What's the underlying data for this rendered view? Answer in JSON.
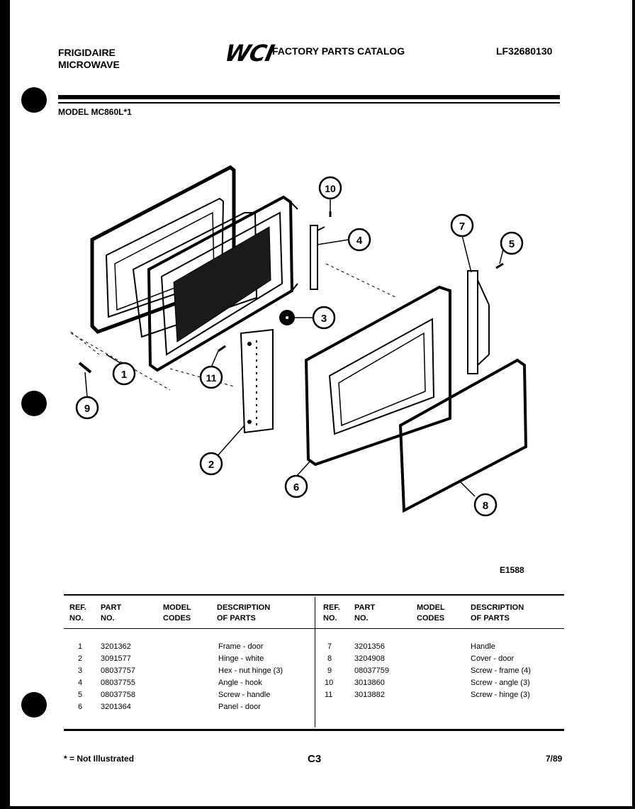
{
  "header": {
    "brand_line1": "FRIGIDAIRE",
    "brand_line2": "MICROWAVE",
    "logo_text": "WCI",
    "catalog_title": "FACTORY PARTS CATALOG",
    "catalog_number": "LF32680130",
    "model": "MODEL MC860L*1"
  },
  "figure": {
    "id": "E1588",
    "callouts": [
      "1",
      "2",
      "3",
      "4",
      "5",
      "6",
      "7",
      "8",
      "9",
      "10",
      "11"
    ]
  },
  "parts_table": {
    "headers": {
      "ref": [
        "REF.",
        "NO."
      ],
      "part": [
        "PART",
        "NO."
      ],
      "model": [
        "MODEL",
        "CODES"
      ],
      "desc": [
        "DESCRIPTION",
        "OF PARTS"
      ]
    },
    "left_rows": [
      {
        "ref": "1",
        "part": "3201362",
        "desc": "Frame - door"
      },
      {
        "ref": "2",
        "part": "3091577",
        "desc": "Hinge - white"
      },
      {
        "ref": "3",
        "part": "08037757",
        "desc": "Hex - nut hinge (3)"
      },
      {
        "ref": "4",
        "part": "08037755",
        "desc": "Angle - hook"
      },
      {
        "ref": "5",
        "part": "08037758",
        "desc": "Screw - handle"
      },
      {
        "ref": "6",
        "part": "3201364",
        "desc": "Panel - door"
      }
    ],
    "right_rows": [
      {
        "ref": "7",
        "part": "3201356",
        "desc": "Handle"
      },
      {
        "ref": "8",
        "part": "3204908",
        "desc": "Cover - door"
      },
      {
        "ref": "9",
        "part": "08037759",
        "desc": "Screw - frame (4)"
      },
      {
        "ref": "10",
        "part": "3013860",
        "desc": "Screw - angle (3)"
      },
      {
        "ref": "11",
        "part": "3013882",
        "desc": "Screw - hinge (3)"
      }
    ]
  },
  "footer": {
    "note": "* = Not Illustrated",
    "page": "C3",
    "date": "7/89"
  }
}
